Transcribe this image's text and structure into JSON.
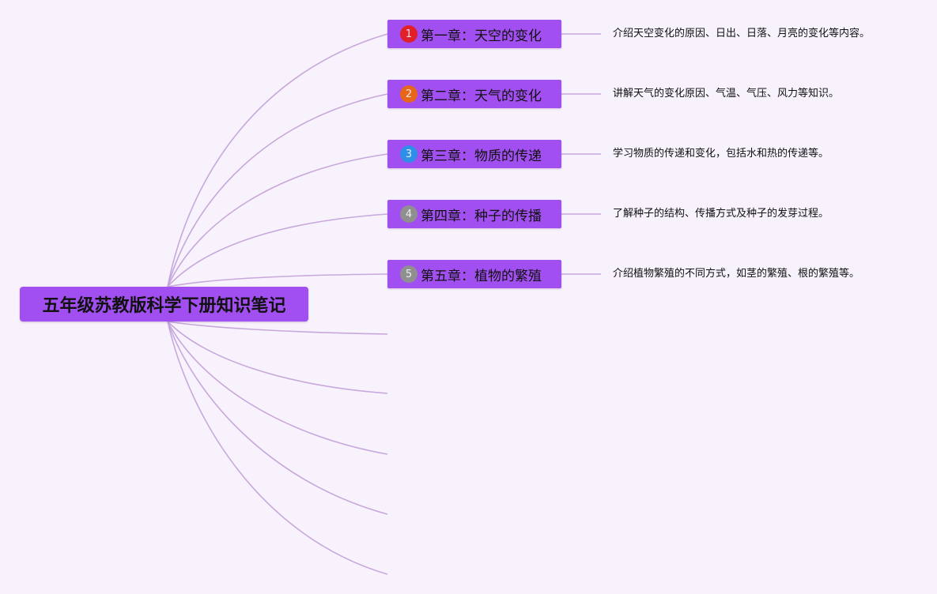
{
  "root": {
    "title": "五年级苏教版科学下册知识笔记"
  },
  "chapters": [
    {
      "label": "第一章：天空的变化",
      "badge": "1",
      "badge_color": "#e0202a",
      "note": "介绍天空变化的原因、日出、日落、月亮的变化等内容。"
    },
    {
      "label": "第二章：天气的变化",
      "badge": "2",
      "badge_color": "#e8651c",
      "note": "讲解天气的变化原因、气温、气压、风力等知识。"
    },
    {
      "label": "第三章：物质的传递",
      "badge": "3",
      "badge_color": "#2e8ee8",
      "note": "学习物质的传递和变化，包括水和热的传递等。"
    },
    {
      "label": "第四章：种子的传播",
      "badge": "4",
      "badge_color": "#8f8f8f",
      "note": "了解种子的结构、传播方式及种子的发芽过程。"
    },
    {
      "label": "第五章：植物的繁殖",
      "badge": "5",
      "badge_color": "#8f8f8f",
      "note": "介绍植物繁殖的不同方式，如茎的繁殖、根的繁殖等。"
    }
  ],
  "colors": {
    "background": "#f7f2fb",
    "node_fill": "#a14ff0",
    "connector": "#c7a8dc"
  }
}
